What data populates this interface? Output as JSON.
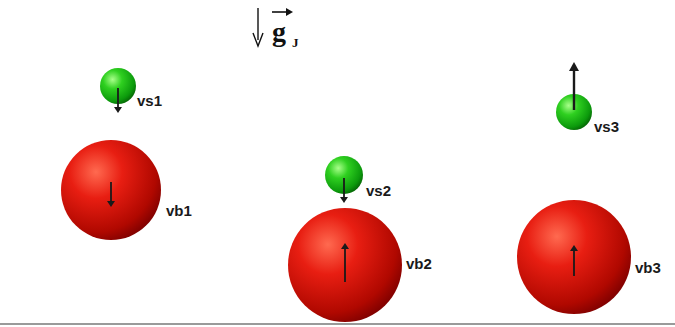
{
  "diagram": {
    "nodes": [
      {
        "text": [
          "vs1"
        ]
      },
      {
        "text": [
          "vb1"
        ]
      },
      {
        "text": [
          "vs2"
        ]
      },
      {
        "text": [
          "vb2"
        ]
      },
      {
        "text": [
          "vs3"
        ]
      },
      {
        "text": [
          "vb3"
        ]
      }
    ],
    "labels": [
      "g",
      "J"
    ]
  }
}
